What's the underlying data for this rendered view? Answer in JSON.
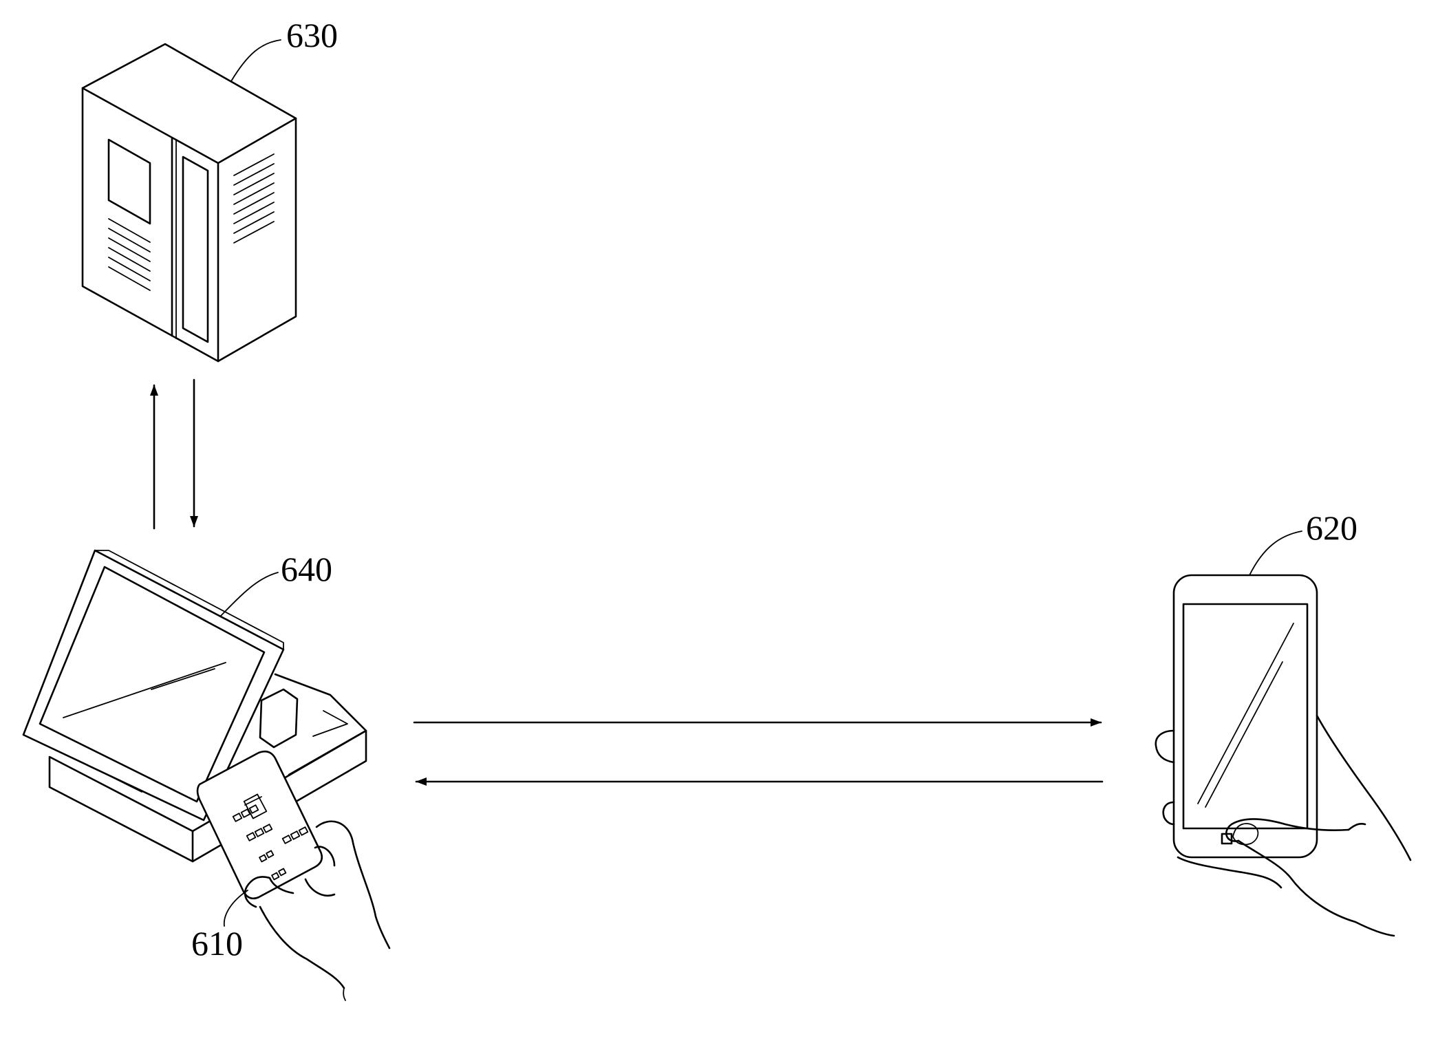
{
  "labels": {
    "server": "630",
    "terminal": "640",
    "card": "610",
    "phone": "620"
  },
  "icons": {
    "server": "server-tower-icon",
    "terminal": "pos-terminal-icon",
    "card": "payment-card-in-hand-icon",
    "phone": "smartphone-in-hand-icon"
  }
}
